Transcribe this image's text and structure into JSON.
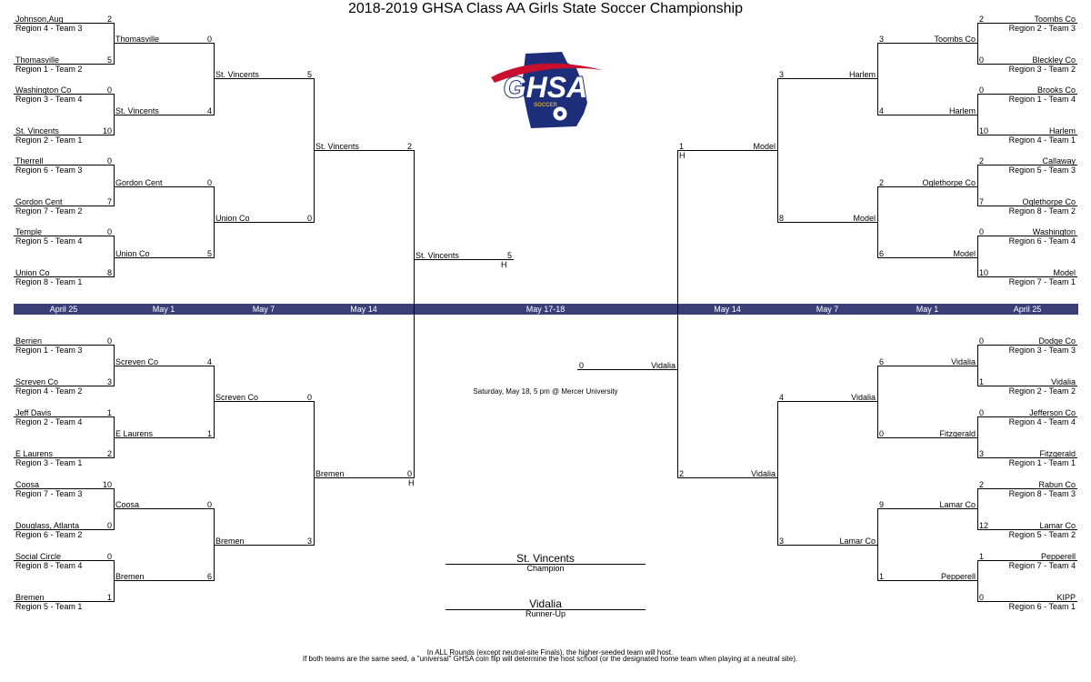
{
  "title": "2018-2019 GHSA Class AA Girls State Soccer Championship",
  "logo": {
    "main": "GHSA",
    "sub": "SOCCER"
  },
  "colors": {
    "band": "#3b3f78",
    "logo_blue": "#1d2f7a",
    "logo_red": "#c8102e",
    "logo_gold": "#d4a72c"
  },
  "rounds": {
    "left": [
      "April 25",
      "May 1",
      "May 7",
      "May 14"
    ],
    "center": "May 17-18",
    "right": [
      "May 14",
      "May 7",
      "May 1",
      "April 25"
    ]
  },
  "r1": [
    {
      "name": "Johnson,Aug",
      "region": "Region 4 - Team 3",
      "score": "2"
    },
    {
      "name": "Thomasville",
      "region": "Region 1 - Team 2",
      "score": "5"
    },
    {
      "name": "Washington Co",
      "region": "Region 3 - Team 4",
      "score": "0"
    },
    {
      "name": "St. Vincents",
      "region": "Region 2 - Team 1",
      "score": "10"
    },
    {
      "name": "Therrell",
      "region": "Region 6 - Team 3",
      "score": "0"
    },
    {
      "name": "Gordon Cent",
      "region": "Region 7 - Team 2",
      "score": "7"
    },
    {
      "name": "Temple",
      "region": "Region 5 - Team 4",
      "score": "0"
    },
    {
      "name": "Union Co",
      "region": "Region 8 - Team 1",
      "score": "8"
    },
    {
      "name": "Berrien",
      "region": "Region 1 - Team 3",
      "score": "0"
    },
    {
      "name": "Screven Co",
      "region": "Region 4 - Team 2",
      "score": "3"
    },
    {
      "name": "Jeff Davis",
      "region": "Region 2 - Team 4",
      "score": "1"
    },
    {
      "name": "E Laurens",
      "region": "Region 3 - Team 1",
      "score": "2"
    },
    {
      "name": "Coosa",
      "region": "Region 7 - Team 3",
      "score": "10"
    },
    {
      "name": "Douglass, Atlanta",
      "region": "Region 6 - Team 2",
      "score": "0"
    },
    {
      "name": "Social Circle",
      "region": "Region 8 - Team 4",
      "score": "0"
    },
    {
      "name": "Bremen",
      "region": "Region 5 - Team 1",
      "score": "1"
    },
    {
      "name": "Toombs Co",
      "region": "Region 2 - Team 3",
      "score": "2"
    },
    {
      "name": "Bleckley Co",
      "region": "Region 3 - Team 2",
      "score": "0"
    },
    {
      "name": "Brooks Co",
      "region": "Region 1 - Team 4",
      "score": "0"
    },
    {
      "name": "Harlem",
      "region": "Region 4 - Team 1",
      "score": "10"
    },
    {
      "name": "Callaway",
      "region": "Region 5 - Team 3",
      "score": "2"
    },
    {
      "name": "Oglethorpe Co",
      "region": "Region 8 - Team 2",
      "score": "7"
    },
    {
      "name": "Washington",
      "region": "Region 6 - Team 4",
      "score": "0"
    },
    {
      "name": "Model",
      "region": "Region 7 - Team 1",
      "score": "10"
    },
    {
      "name": "Dodge Co",
      "region": "Region 3 - Team 3",
      "score": "0"
    },
    {
      "name": "Vidalia",
      "region": "Region 2 - Team 2",
      "score": "1"
    },
    {
      "name": "Jefferson Co",
      "region": "Region 4 - Team 4",
      "score": "0"
    },
    {
      "name": "Fitzgerald",
      "region": "Region 1 - Team 1",
      "score": "3"
    },
    {
      "name": "Rabun Co",
      "region": "Region 8 - Team 3",
      "score": "2"
    },
    {
      "name": "Lamar Co",
      "region": "Region 5 - Team 2",
      "score": "12"
    },
    {
      "name": "Pepperell",
      "region": "Region 7 - Team 4",
      "score": "1"
    },
    {
      "name": "KIPP",
      "region": "Region 6 - Team 1",
      "score": "0"
    }
  ],
  "r2": [
    {
      "name": "Thomasville",
      "score": "0"
    },
    {
      "name": "St. Vincents",
      "score": "4"
    },
    {
      "name": "Gordon Cent",
      "score": "0"
    },
    {
      "name": "Union Co",
      "score": "5"
    },
    {
      "name": "Screven Co",
      "score": "4"
    },
    {
      "name": "E Laurens",
      "score": "1"
    },
    {
      "name": "Coosa",
      "score": "0"
    },
    {
      "name": "Bremen",
      "score": "6"
    },
    {
      "name": "Toombs Co",
      "score": "3"
    },
    {
      "name": "Harlem",
      "score": "4"
    },
    {
      "name": "Oglethorpe Co",
      "score": "2"
    },
    {
      "name": "Model",
      "score": "6"
    },
    {
      "name": "Vidalia",
      "score": "6"
    },
    {
      "name": "Fitzgerald",
      "score": "0"
    },
    {
      "name": "Lamar Co",
      "score": "9"
    },
    {
      "name": "Pepperell",
      "score": "1"
    }
  ],
  "r3": [
    {
      "name": "St. Vincents",
      "score": "5"
    },
    {
      "name": "Union Co",
      "score": "0"
    },
    {
      "name": "Screven Co",
      "score": "0"
    },
    {
      "name": "Bremen",
      "score": "3"
    },
    {
      "name": "Harlem",
      "score": "3"
    },
    {
      "name": "Model",
      "score": "8"
    },
    {
      "name": "Vidalia",
      "score": "4"
    },
    {
      "name": "Lamar Co",
      "score": "3"
    }
  ],
  "r4": [
    {
      "name": "St. Vincents",
      "score": "2",
      "host": ""
    },
    {
      "name": "Bremen",
      "score": "0",
      "host": "H"
    },
    {
      "name": "Model",
      "score": "1",
      "host": "H"
    },
    {
      "name": "Vidalia",
      "score": "2",
      "host": ""
    }
  ],
  "finals": [
    {
      "name": "St. Vincents",
      "score": "5",
      "host": "H"
    },
    {
      "name": "Vidalia",
      "score": "0",
      "host": ""
    }
  ],
  "final_info": "Saturday, May 18, 5 pm @ Mercer University",
  "champion": {
    "name": "St. Vincents",
    "label": "Champion"
  },
  "runner_up": {
    "name": "Vidalia",
    "label": "Runner-Up"
  },
  "footer": {
    "line1": "In ALL Rounds (except neutral-site Finals), the higher-seeded team will host.",
    "line2": "If both teams are the same seed, a \"universal\" GHSA coin flip will determine the host school (or the designated home team when playing at a neutral site)."
  }
}
